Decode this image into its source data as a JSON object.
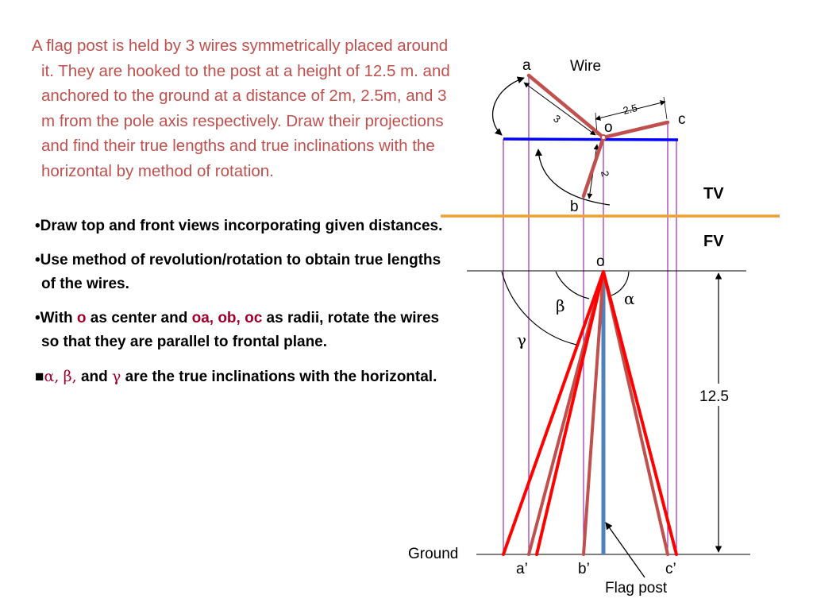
{
  "problem_text": "A flag post is held by 3 wires symmetrically placed around it. They are hooked to the post at a height of 12.5 m. and anchored to the ground at a distance of 2m, 2.5m, and 3 m from the pole axis respectively. Draw their projections and find their true lengths and true inclinations with the horizontal by method of rotation.",
  "bullets": {
    "b1_marker": "•",
    "b1": "Draw top and front views incorporating given distances.",
    "b2_marker": "•",
    "b2": "Use method of revolution/rotation to obtain true lengths of the wires.",
    "b3_marker": "•",
    "b3_pre": "With ",
    "b3_o": "o",
    "b3_mid": " as center and ",
    "b3_radii": "oa, ob, oc",
    "b3_post": " as radii, rotate the wires so that they are parallel to frontal plane.",
    "b4_marker": "■",
    "b4_alpha": "α,",
    "b4_beta": "β,",
    "b4_and": " and ",
    "b4_gamma": "γ",
    "b4_post": " are the true inclinations with the horizontal."
  },
  "diagram": {
    "top_view_labels": {
      "a": "a",
      "b": "b",
      "c": "c",
      "o": "o",
      "wire": "Wire"
    },
    "dimensions": {
      "oa": "3",
      "ob": "2",
      "oc": "2.5",
      "height": "12.5"
    },
    "view_labels": {
      "tv": "TV",
      "fv": "FV"
    },
    "front_view_labels": {
      "o": "o",
      "a_prime": "a’",
      "b_prime": "b’",
      "c_prime": "c’",
      "ground": "Ground",
      "flag_post": "Flag post"
    },
    "angle_labels": {
      "alpha": "α",
      "beta": "β",
      "gamma": "γ"
    },
    "colors": {
      "problem_text": "#c0504d",
      "wire_projection": "#c0504d",
      "true_length": "#ff0000",
      "flag_post": "#4f81bd",
      "rotation_line": "#0000ff",
      "xy_line": "#f0a030",
      "projector": "#9b30b0",
      "highlight": "#a0002a"
    }
  }
}
